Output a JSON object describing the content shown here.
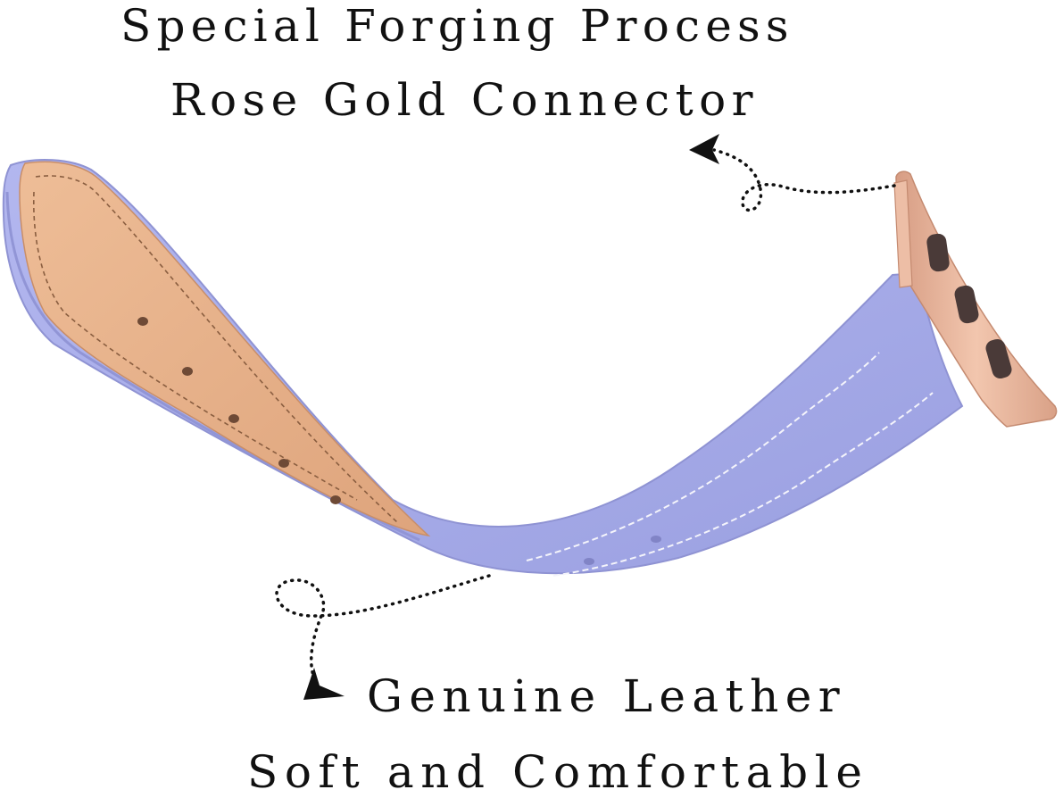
{
  "captions": {
    "connector_line_1": "Special Forging Process",
    "connector_line_2": "Rose Gold Connector",
    "leather_line_1": "Genuine Leather",
    "leather_line_2": "Soft and Comfortable"
  },
  "product": {
    "strap_color": "#a9aeea",
    "strap_shadow_color": "#8f93d3",
    "strap_lining_color": "#e9b48c",
    "stitch_color": "#f4f4fb",
    "connector_color": "#e8b59b",
    "connector_slot_color": "#4a3a38"
  },
  "annotations": {
    "arrow_color": "#111111",
    "connector_callout_icon": "dotted-loop-arrow-icon",
    "leather_callout_icon": "dotted-loop-arrow-icon"
  }
}
